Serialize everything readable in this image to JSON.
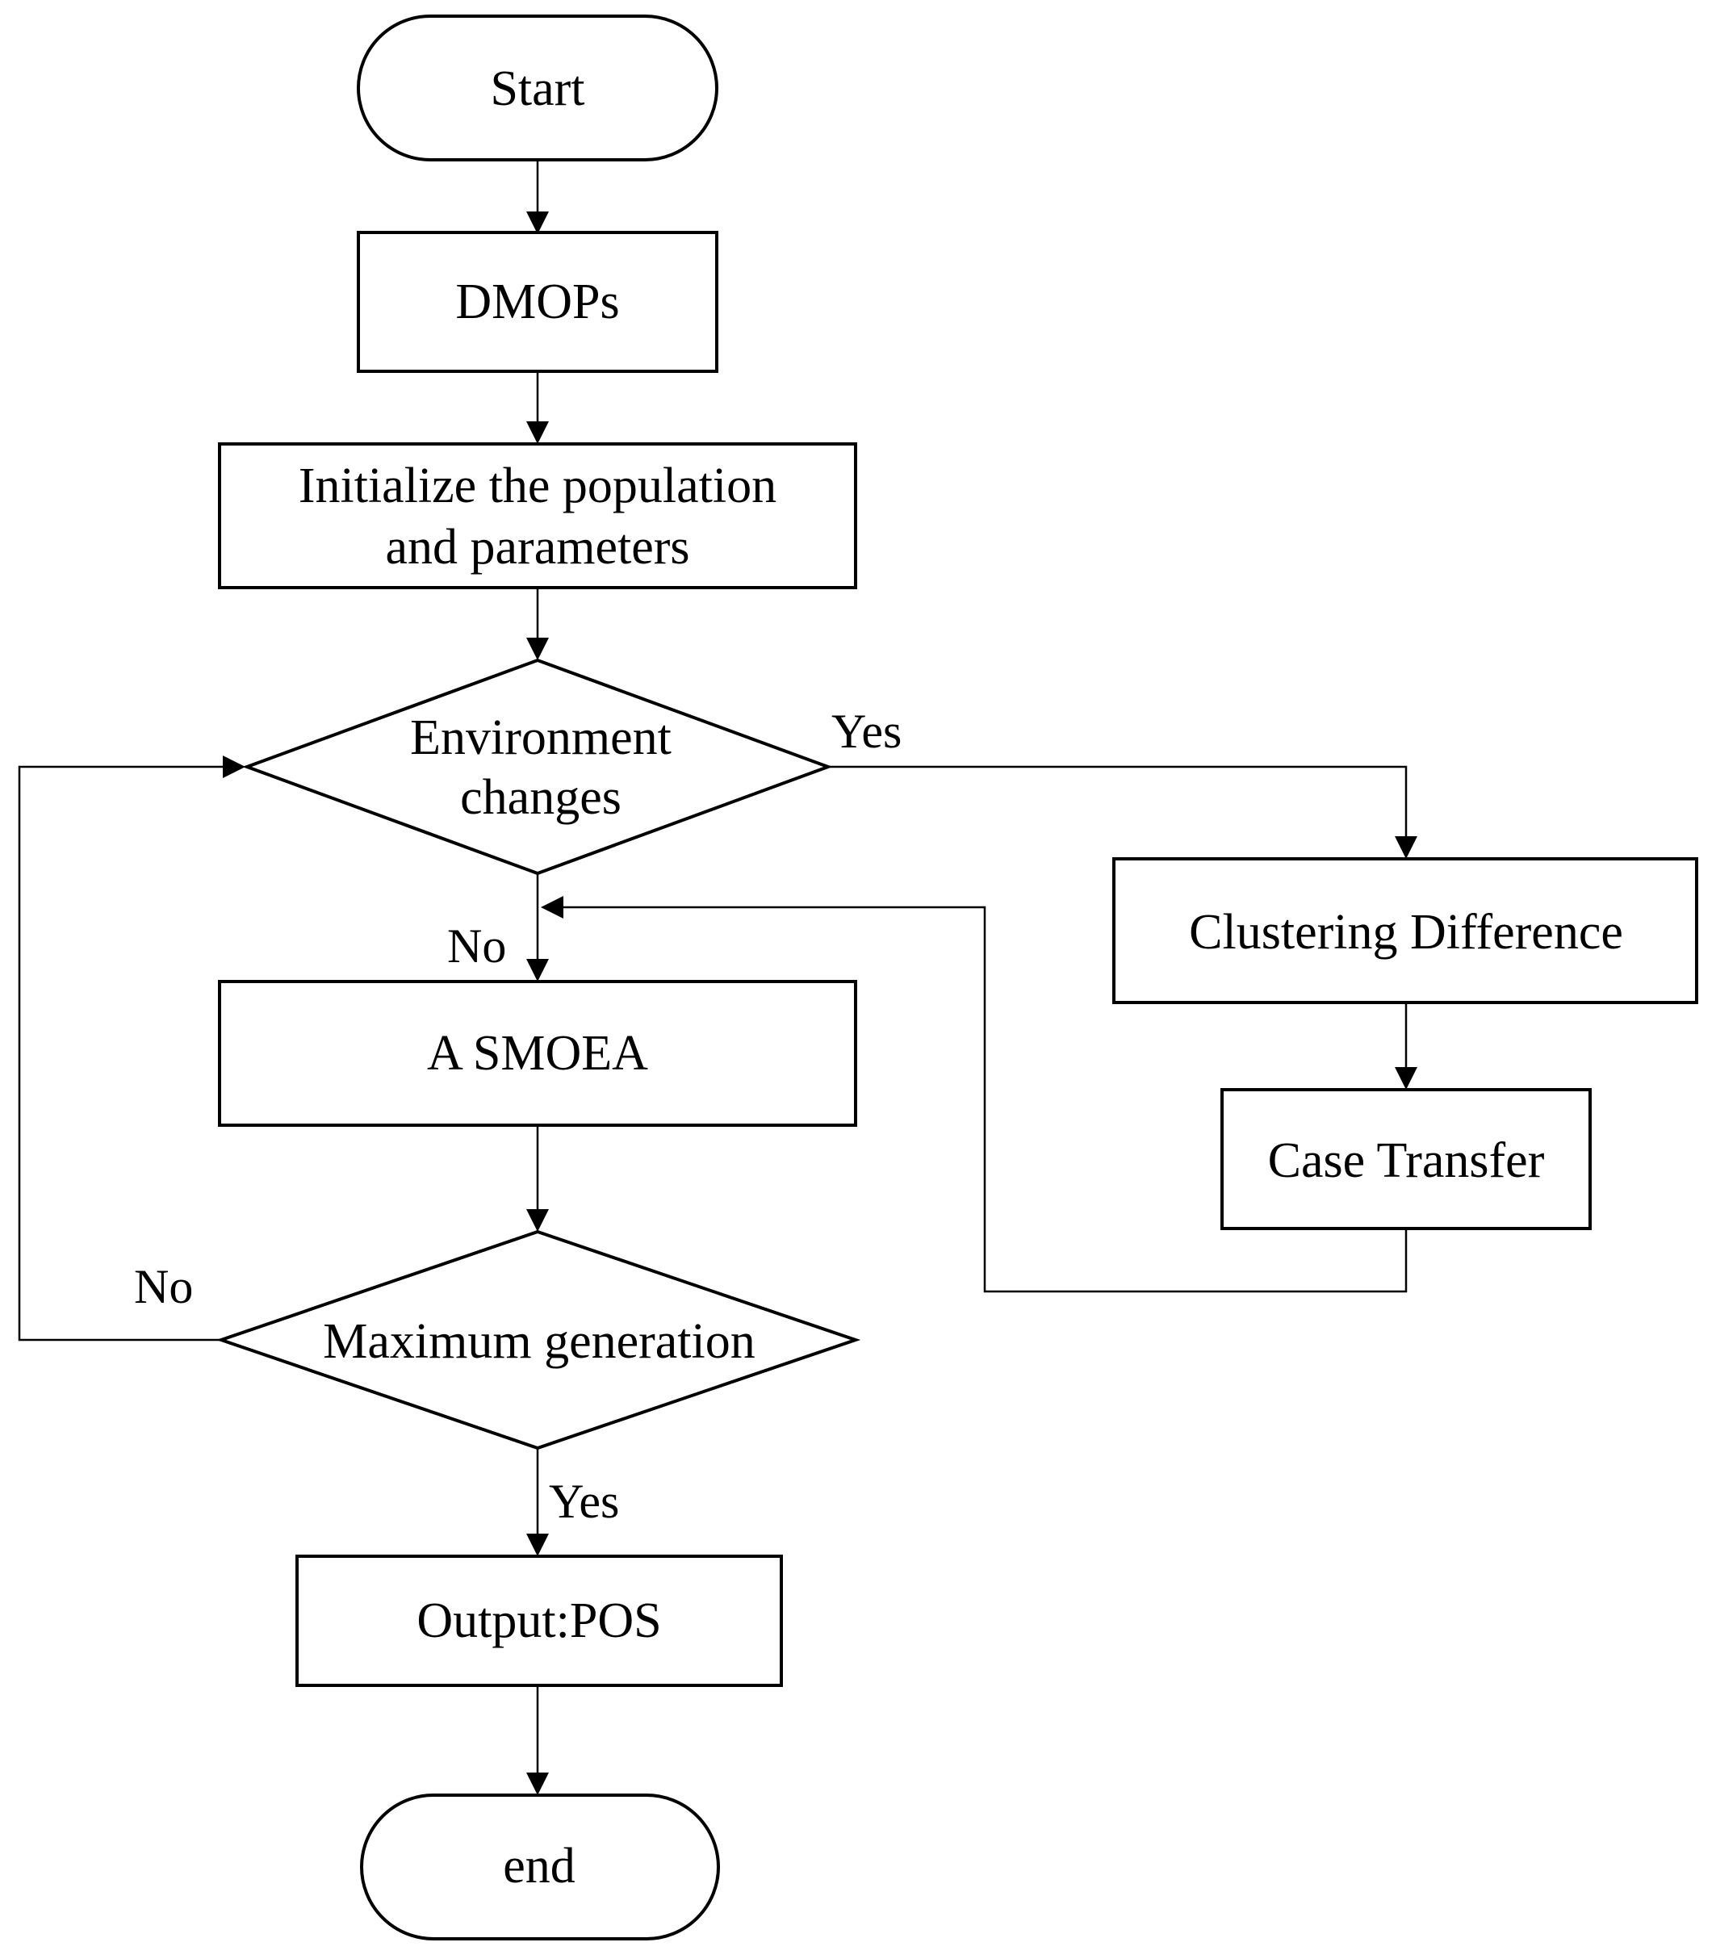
{
  "nodes": {
    "start": "Start",
    "dmops": "DMOPs",
    "init_line1": "Initialize the population",
    "init_line2": "and parameters",
    "env_line1": "Environment",
    "env_line2": "changes",
    "clustering": "Clustering Difference",
    "case_transfer": "Case Transfer",
    "smoea": "A SMOEA",
    "max_gen": "Maximum generation",
    "output": "Output:POS",
    "end": "end"
  },
  "branches": {
    "env_yes": "Yes",
    "env_no": "No",
    "max_no": "No",
    "max_yes": "Yes"
  }
}
